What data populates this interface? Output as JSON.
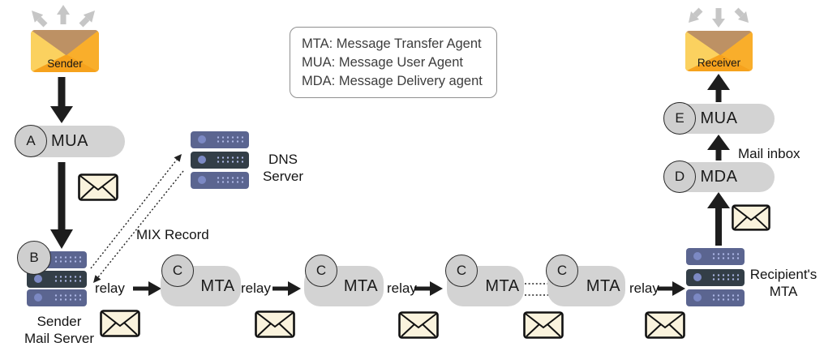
{
  "legend": {
    "line1": "MTA: Message Transfer Agent",
    "line2": "MUA: Message User Agent",
    "line3": "MDA: Message Delivery agent"
  },
  "endpoints": {
    "sender_label": "Sender",
    "receiver_label": "Receiver"
  },
  "nodes": {
    "mua_sender": {
      "badge": "A",
      "label": "MUA"
    },
    "sender_mail_server": {
      "badge": "B",
      "line1": "Sender",
      "line2": "Mail Server"
    },
    "mta1": {
      "badge": "C",
      "label": "MTA"
    },
    "mta2": {
      "badge": "C",
      "label": "MTA"
    },
    "mta3": {
      "badge": "C",
      "label": "MTA"
    },
    "mta4": {
      "badge": "C",
      "label": "MTA"
    },
    "mda": {
      "badge": "D",
      "label": "MDA"
    },
    "mua_receiver": {
      "badge": "E",
      "label": "MUA"
    },
    "dns_server": {
      "line1": "DNS",
      "line2": "Server"
    },
    "recipient_mta": {
      "line1": "Recipient's",
      "line2": "MTA"
    }
  },
  "labels": {
    "relay": "relay",
    "mix_record": "MIX Record",
    "mail_inbox": "Mail inbox"
  },
  "colors": {
    "node_gray": "#d3d3d3",
    "badge_gray": "#cfcfcf",
    "server_body": "#5b6590",
    "server_mid": "#333e47",
    "server_circle": "#7c89c4",
    "server_dots": "#aeb8e6",
    "envelope_cream": "#faf3dd",
    "orange_base": "#f6a21d",
    "orange_left": "#fbd15f",
    "orange_right": "#f9ae2b",
    "orange_flap": "#bd9164",
    "arrow_black": "#1d1d1d",
    "arrow_gray": "#c6c6c6"
  }
}
